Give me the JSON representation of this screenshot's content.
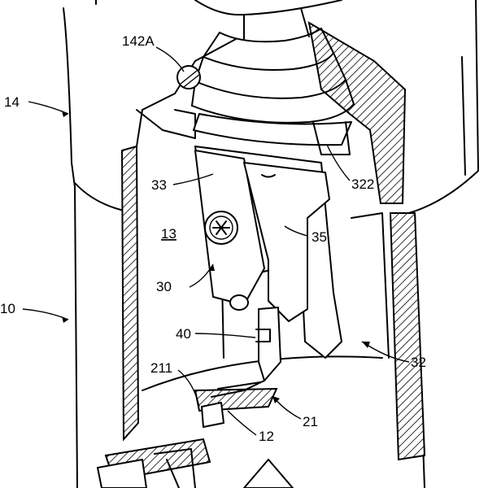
{
  "labels": {
    "l142a": "142A",
    "l14": "14",
    "l33": "33",
    "l322": "322",
    "l13": "13",
    "l35": "35",
    "l30": "30",
    "l10": "10",
    "l40": "40",
    "l32": "32",
    "l211": "211",
    "l21": "21",
    "l12": "12"
  }
}
